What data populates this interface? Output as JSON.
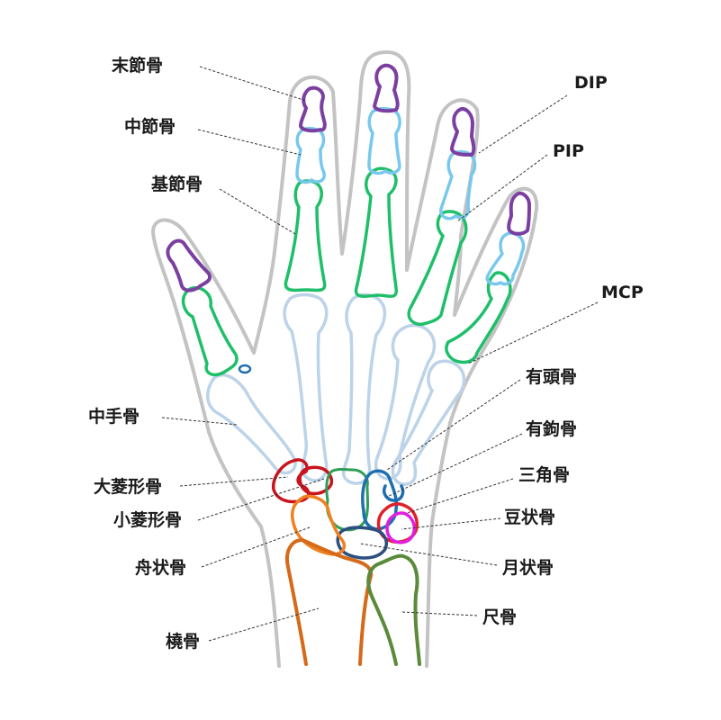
{
  "colors": {
    "skin": "#c3c3c3",
    "distal_phalanx": "#7b3fa0",
    "middle_phalanx": "#78c8ee",
    "proximal_phalanx": "#1fbf6a",
    "metacarpal": "#bcd3e8",
    "trapezium": "#c8141e",
    "trapezoid": "#c8141e",
    "capitate": "#2f9e56",
    "hamate": "#1f6fb0",
    "triquetrum": "#e0202a",
    "pisiform": "#e020e0",
    "lunate": "#2c4f80",
    "scaphoid": "#f08020",
    "radius": "#d46a1a",
    "ulna": "#5a8a3a",
    "label_text": "#1a1a1a"
  },
  "labels": {
    "distal_phalanx": "末節骨",
    "middle_phalanx": "中節骨",
    "proximal_phalanx": "基節骨",
    "metacarpal": "中手骨",
    "trapezium": "大菱形骨",
    "trapezoid": "小菱形骨",
    "scaphoid": "舟状骨",
    "radius": "橈骨",
    "dip": "DIP",
    "pip": "PIP",
    "mcp": "MCP",
    "capitate": "有頭骨",
    "hamate": "有鉤骨",
    "triquetrum": "三角骨",
    "pisiform": "豆状骨",
    "lunate": "月状骨",
    "ulna": "尺骨"
  }
}
